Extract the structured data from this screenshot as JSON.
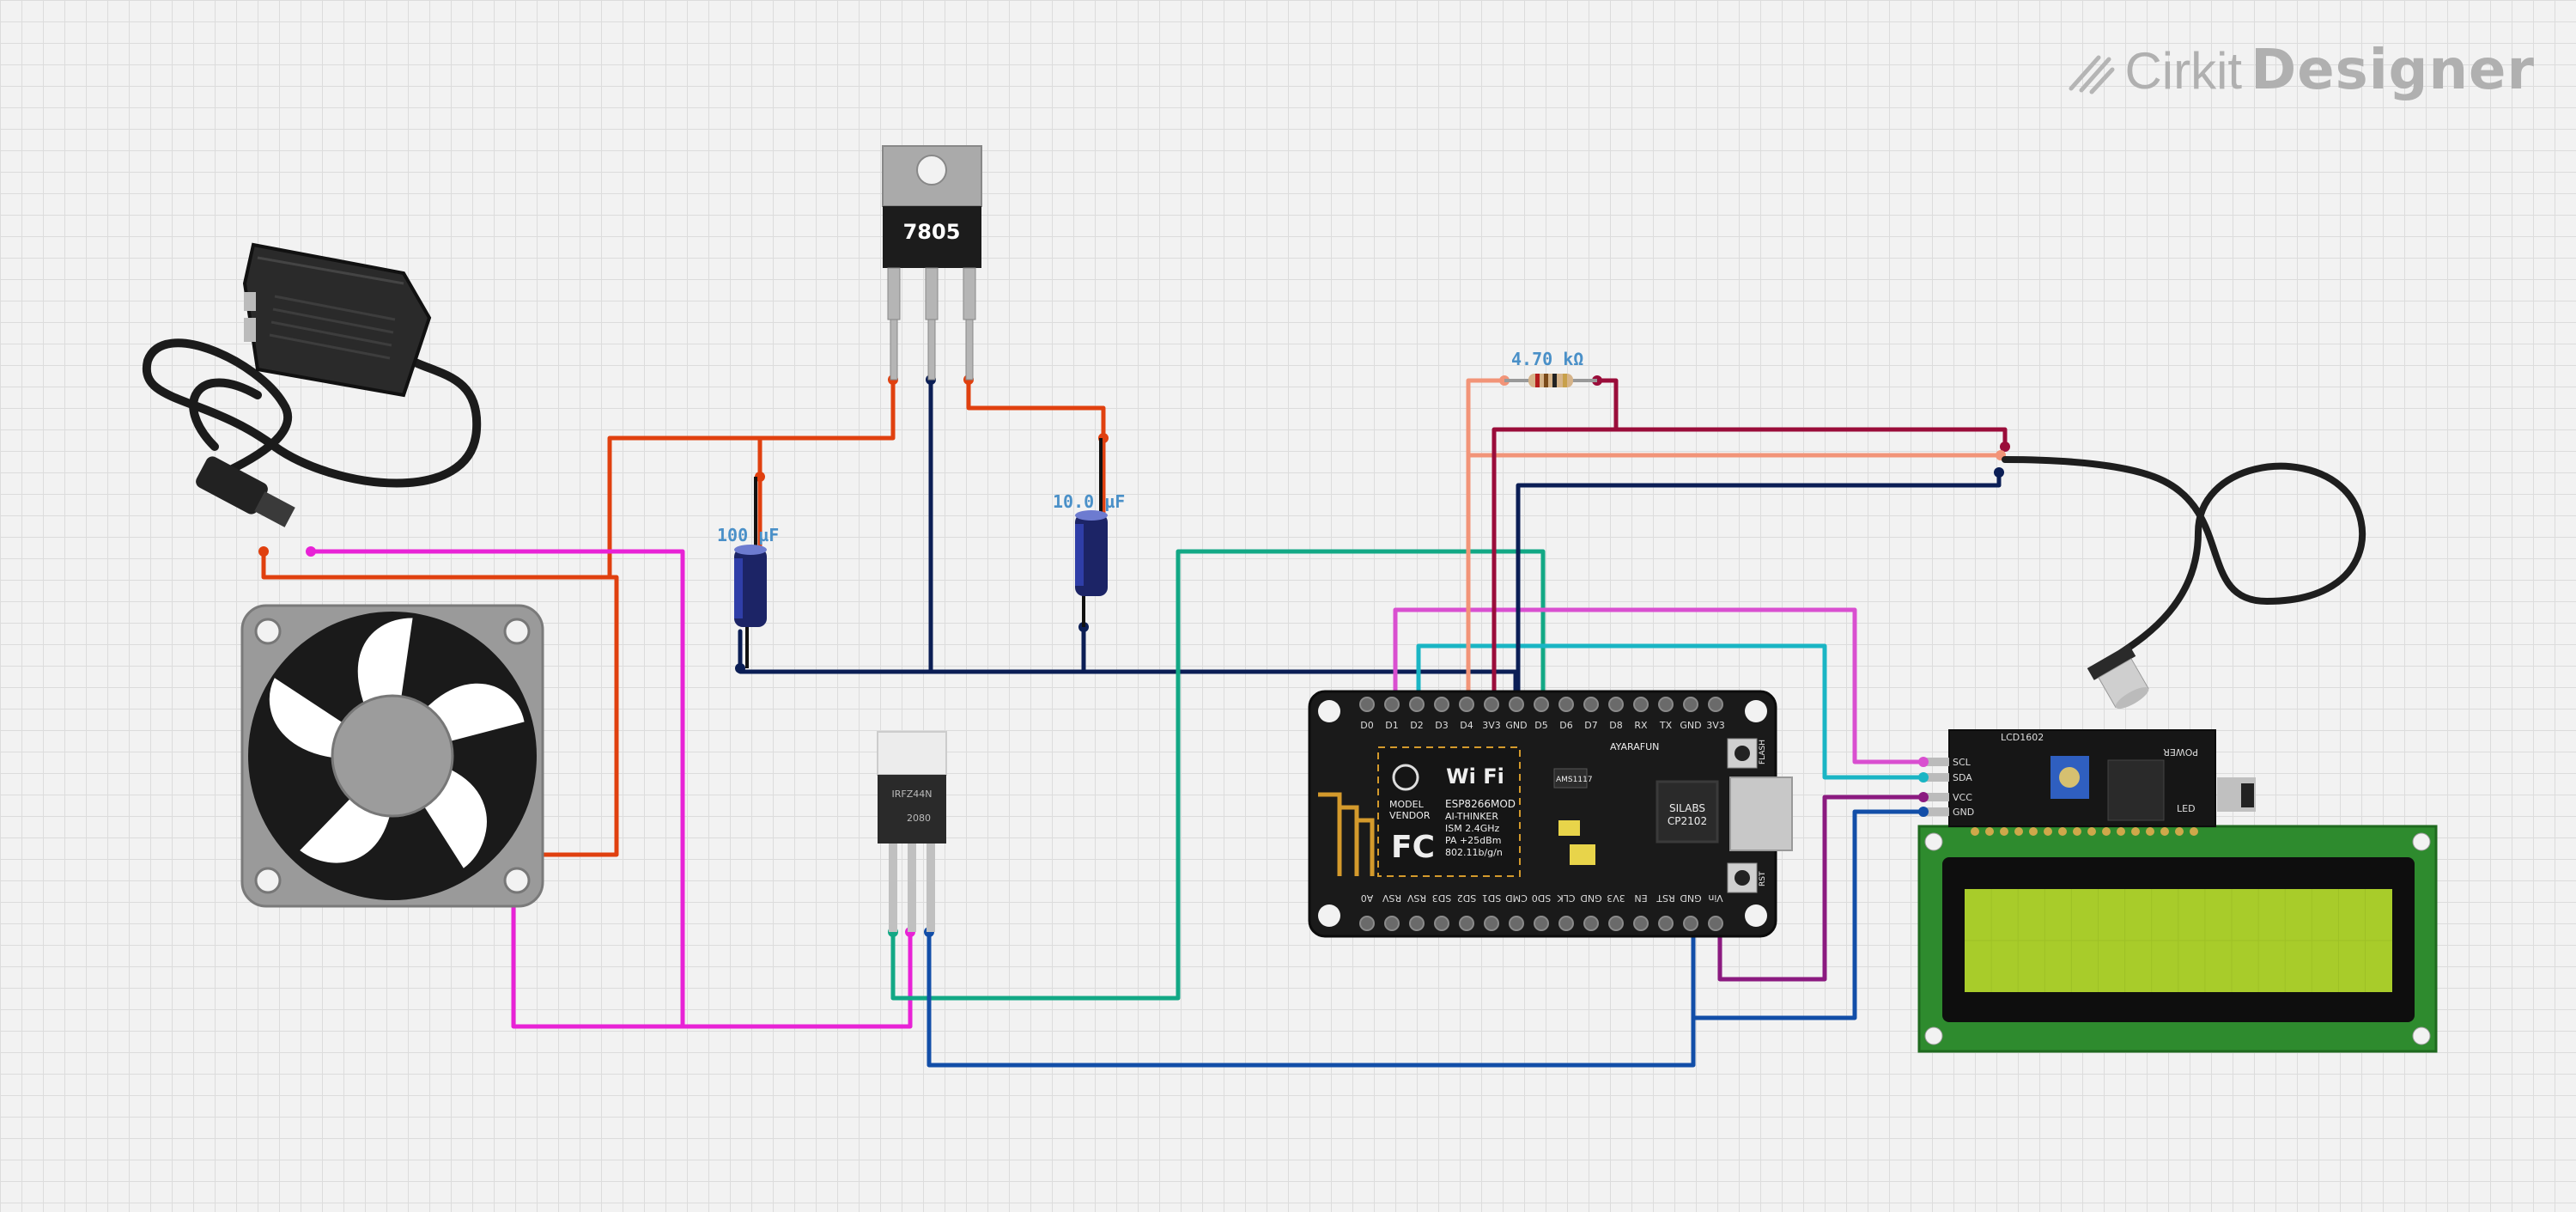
{
  "brand": {
    "name_part1": "Cirkit",
    "name_part2": "Designer"
  },
  "components": {
    "regulator": {
      "label": "7805"
    },
    "cap1": {
      "label": "100 µF"
    },
    "cap2": {
      "label": "10.0 µF"
    },
    "resistor": {
      "label": "4.70 kΩ"
    },
    "mosfet": {
      "top_text": "IRFZ44N",
      "bottom_text": "2080"
    },
    "esp": {
      "top_pins": [
        "D0",
        "D1",
        "D2",
        "D3",
        "D4",
        "3V3",
        "GND",
        "D5",
        "D6",
        "D7",
        "D8",
        "RX",
        "TX",
        "GND",
        "3V3"
      ],
      "bottom_pins": [
        "A0",
        "RSV",
        "RSV",
        "SD3",
        "SD2",
        "SD1",
        "CMD",
        "SD0",
        "CLK",
        "GND",
        "3V3",
        "EN",
        "RST",
        "GND",
        "Vin"
      ],
      "wifi_text": "Wi Fi",
      "module_lines": [
        "ESP8266MOD",
        "AI-THINKER",
        "ISM 2.4GHz",
        "PA +25dBm",
        "802.11b/g/n"
      ],
      "vendor_lines": [
        "MODEL",
        "VENDOR"
      ],
      "fc_text": "FC",
      "chip_text": [
        "SILABS",
        "CP2102"
      ],
      "ams_text": "AMS1117",
      "brand_text": "AYARAFUN",
      "flash_text": "FLASH",
      "rst_text": "RST"
    },
    "i2c": {
      "pins": [
        "SCL",
        "SDA",
        "VCC",
        "GND"
      ],
      "header_text": "LCD1602",
      "power_text": "POWER",
      "led_text": "LED"
    }
  },
  "colors": {
    "red": "#e0400f",
    "navy": "#0b1e55",
    "magenta": "#e822d6",
    "teal": "#12a885",
    "cyan": "#1ab5c4",
    "pink": "#d94fd0",
    "purple": "#8b1a80",
    "maroon": "#9a0d3a",
    "salmon": "#f29478",
    "blue": "#124ea8",
    "pcb": "#1a1a1a",
    "lcd_green": "#2e8b2e",
    "lcd_screen": "#a8cc2a"
  }
}
